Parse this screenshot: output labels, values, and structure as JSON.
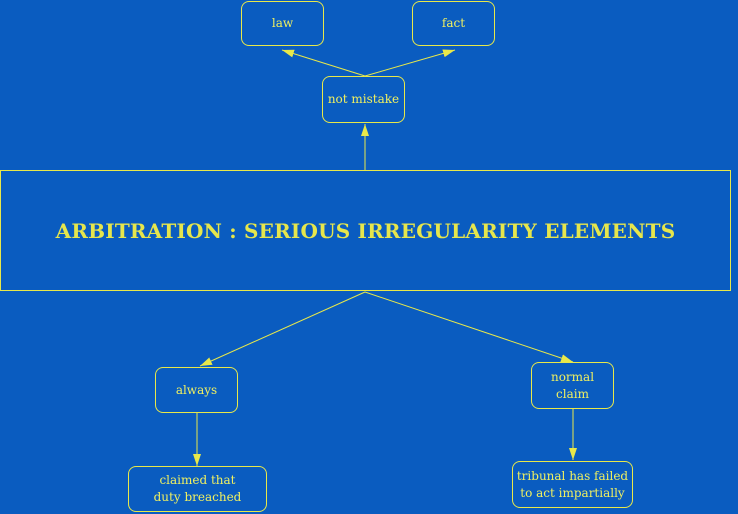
{
  "diagram": {
    "title": "ARBITRATION : SERIOUS IRREGULARITY ELEMENTS",
    "nodes": {
      "law": "law",
      "fact": "fact",
      "not_mistake": "not mistake",
      "always": "always",
      "normal_claim": "normal\nclaim",
      "claimed_duty": "claimed that\nduty breached",
      "tribunal_failed": "tribunal has failed\nto act impartially"
    }
  },
  "colors": {
    "background": "#0a5cc0",
    "line": "#e8e84a",
    "text": "#f0f060"
  }
}
